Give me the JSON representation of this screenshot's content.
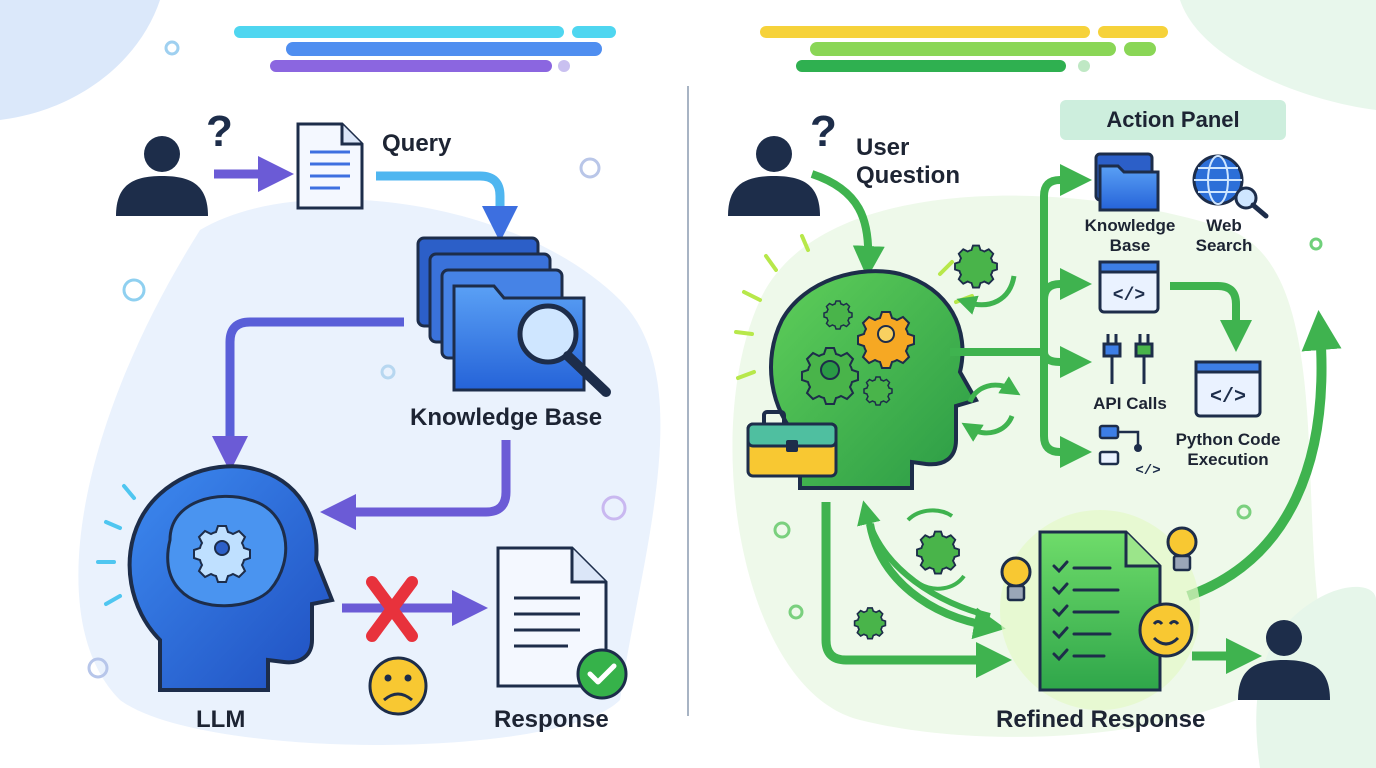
{
  "left": {
    "query_label": "Query",
    "knowledge_base_label": "Knowledge Base",
    "llm_label": "LLM",
    "response_label": "Response"
  },
  "right": {
    "user_question_label": "User\nQuestion",
    "action_panel_title": "Action Panel",
    "tools": [
      {
        "label": "Knowledge\nBase",
        "icon": "folder-icon"
      },
      {
        "label": "Web\nSearch",
        "icon": "globe-search-icon"
      },
      {
        "label": "API Calls",
        "icon": "plug-icon"
      },
      {
        "label": "Python Code\nExecution",
        "icon": "code-flow-icon"
      }
    ],
    "refined_response_label": "Refined Response"
  },
  "colors": {
    "left_primary": "#2f6fe0",
    "left_arrow": "#6b5bd6",
    "right_primary": "#3fb34f",
    "dark_person": "#1d2d4a",
    "error_red": "#e8323c"
  }
}
